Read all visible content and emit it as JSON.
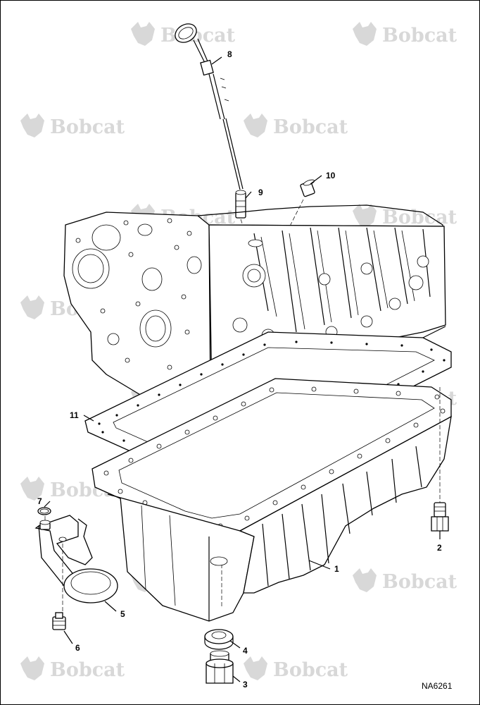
{
  "diagram": {
    "watermark_text": "Bobcat",
    "code": "NA6261",
    "callouts": [
      {
        "id": "c1",
        "label": "1"
      },
      {
        "id": "c2",
        "label": "2"
      },
      {
        "id": "c3",
        "label": "3"
      },
      {
        "id": "c4",
        "label": "4"
      },
      {
        "id": "c5",
        "label": "5"
      },
      {
        "id": "c6",
        "label": "6"
      },
      {
        "id": "c7",
        "label": "7"
      },
      {
        "id": "c8",
        "label": "8"
      },
      {
        "id": "c9",
        "label": "9"
      },
      {
        "id": "c10",
        "label": "10"
      },
      {
        "id": "c11",
        "label": "11"
      }
    ]
  }
}
